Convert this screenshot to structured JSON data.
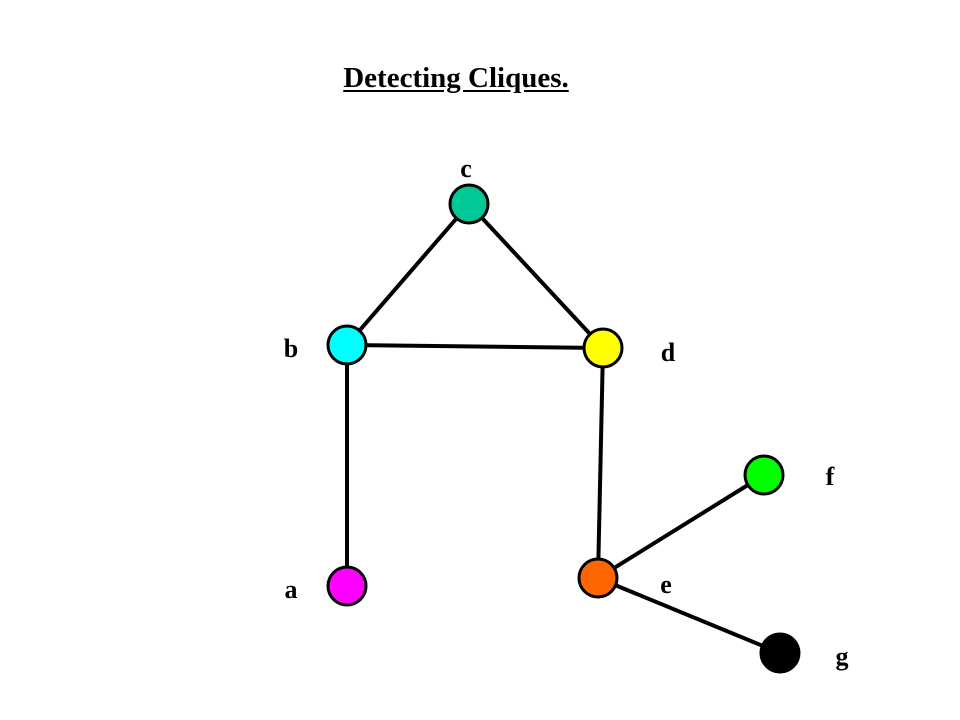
{
  "title": "Detecting Cliques.",
  "graph": {
    "nodes": [
      {
        "id": "c",
        "label": "c",
        "color": "#00c896"
      },
      {
        "id": "b",
        "label": "b",
        "color": "#00ffff"
      },
      {
        "id": "d",
        "label": "d",
        "color": "#ffff00"
      },
      {
        "id": "a",
        "label": "a",
        "color": "#ff00ff"
      },
      {
        "id": "e",
        "label": "e",
        "color": "#ff6600"
      },
      {
        "id": "f",
        "label": "f",
        "color": "#00ff00"
      },
      {
        "id": "g",
        "label": "g",
        "color": "#000000"
      }
    ],
    "edges": [
      {
        "from": "c",
        "to": "b"
      },
      {
        "from": "c",
        "to": "d"
      },
      {
        "from": "b",
        "to": "d"
      },
      {
        "from": "b",
        "to": "a"
      },
      {
        "from": "d",
        "to": "e"
      },
      {
        "from": "e",
        "to": "f"
      },
      {
        "from": "e",
        "to": "g"
      }
    ]
  }
}
